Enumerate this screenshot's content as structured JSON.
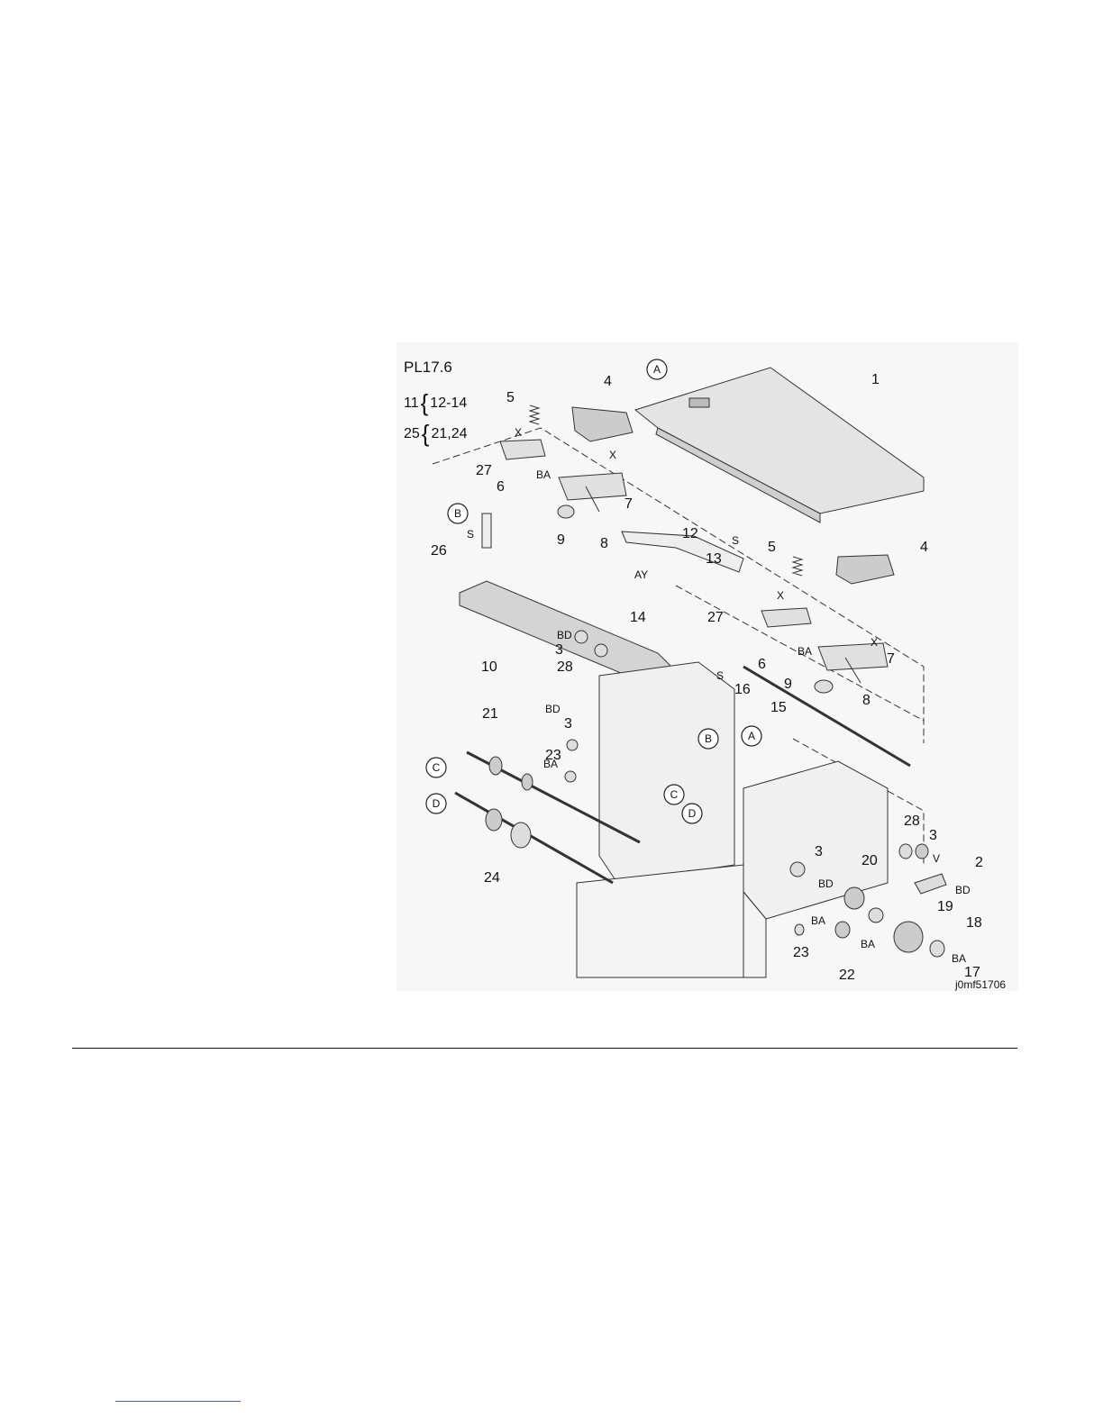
{
  "diagram": {
    "ref": "PL17.6",
    "groups": [
      {
        "parent": "11",
        "children": "12-14"
      },
      {
        "parent": "25",
        "children": "21,24"
      }
    ],
    "image_code": "j0mf51706",
    "parts": [
      {
        "n": "1"
      },
      {
        "n": "2"
      },
      {
        "n": "3"
      },
      {
        "n": "4"
      },
      {
        "n": "5"
      },
      {
        "n": "6"
      },
      {
        "n": "7"
      },
      {
        "n": "8"
      },
      {
        "n": "9"
      },
      {
        "n": "10"
      },
      {
        "n": "12"
      },
      {
        "n": "13"
      },
      {
        "n": "14"
      },
      {
        "n": "15"
      },
      {
        "n": "16"
      },
      {
        "n": "17"
      },
      {
        "n": "18"
      },
      {
        "n": "19"
      },
      {
        "n": "20"
      },
      {
        "n": "21"
      },
      {
        "n": "22"
      },
      {
        "n": "23"
      },
      {
        "n": "24"
      },
      {
        "n": "26"
      },
      {
        "n": "27"
      },
      {
        "n": "28"
      }
    ],
    "connectors": [
      "A",
      "B",
      "C",
      "D"
    ],
    "fastener_codes": [
      "BA",
      "BD",
      "S",
      "X",
      "AY",
      "V"
    ]
  }
}
